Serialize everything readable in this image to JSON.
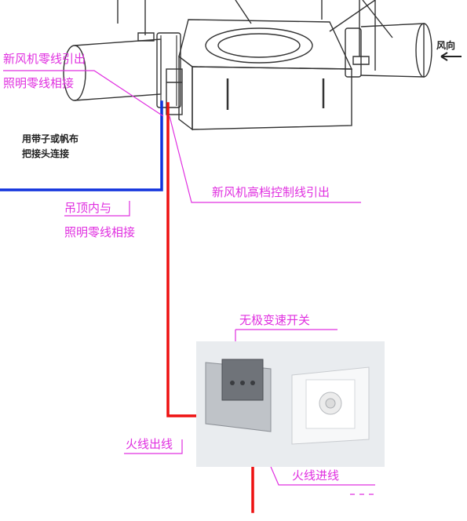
{
  "labels": {
    "wind_direction": "风向",
    "fan_neutral_line1": "新风机零线引出",
    "fan_neutral_line2": "照明零线相接",
    "tape_line1": "用带子或帆布",
    "tape_line2": "把接头连接",
    "high_speed_control": "新风机高档控制线引出",
    "ceiling_line1": "吊顶内与",
    "ceiling_line2": "照明零线相接",
    "switch_name": "无极变速开关",
    "live_out": "火线出线",
    "live_in": "火线进线"
  },
  "colors": {
    "annotation": "#e030e0",
    "live_wire": "#ee1111",
    "neutral_wire": "#1133dd",
    "outline": "#333333",
    "photo_bg": "#e9ecef"
  },
  "icons": {
    "wind_arrow": "arrow-left-icon"
  }
}
